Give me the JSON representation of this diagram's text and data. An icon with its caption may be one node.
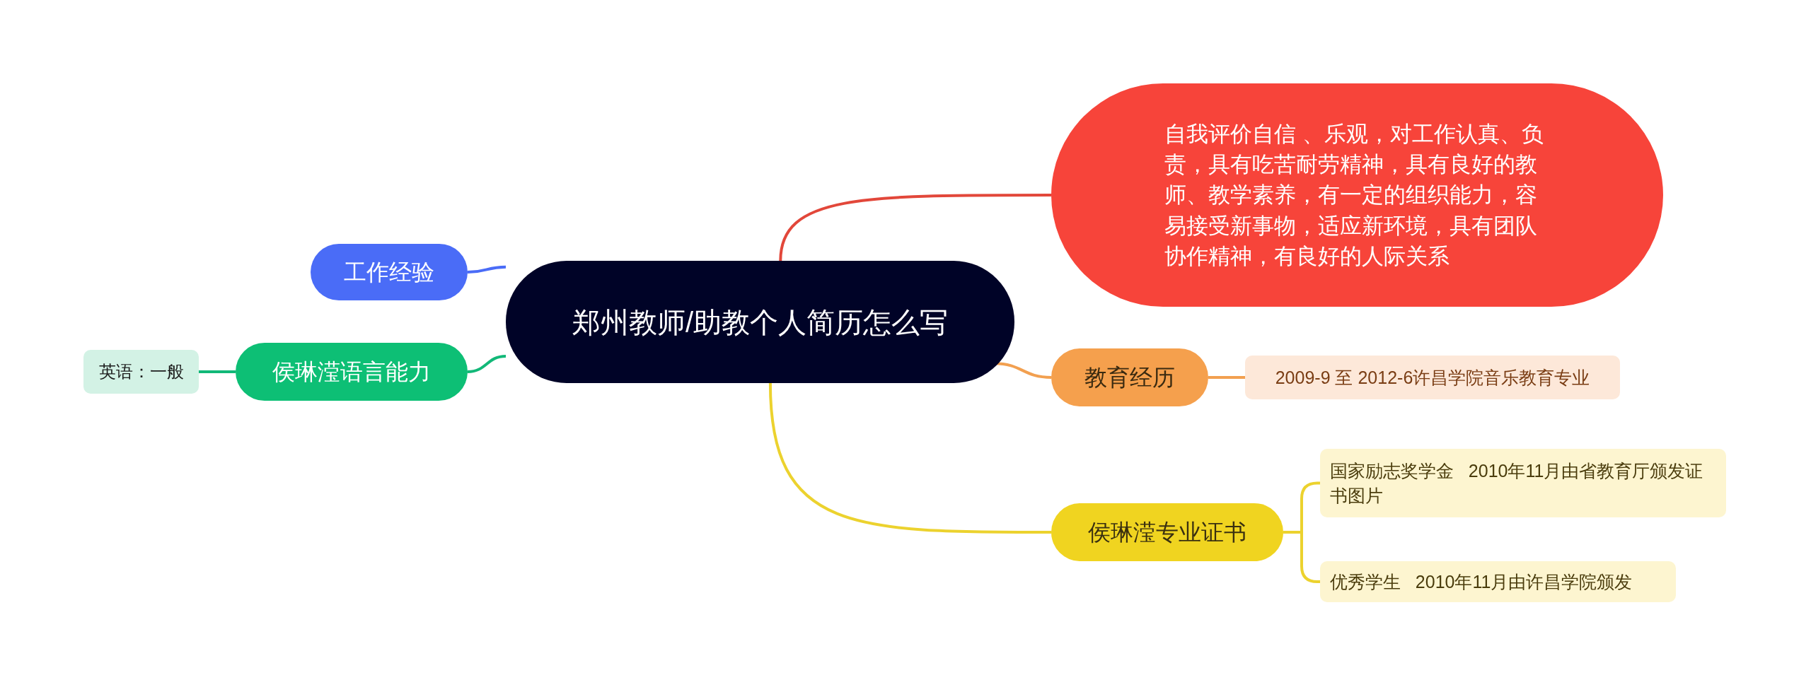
{
  "diagram": {
    "nodes": [
      {
        "text": [
          "郑州教师/助教个人简历怎么写"
        ]
      },
      {
        "text": [
          "自我评价自信 、乐观，对工作认真、负责，具有吃苦耐劳精神，具有良好的教师、教学素养，有一定的组织能力，容易接受新事物，适应新环境，具有团队协作精神，有良好的人际关系"
        ]
      },
      {
        "text": [
          "工作经验"
        ]
      },
      {
        "text": [
          "侯琳滢语言能力"
        ]
      },
      {
        "text": [
          "英语：一般"
        ]
      },
      {
        "text": [
          "教育经历"
        ]
      },
      {
        "text": [
          "2009-9 至 2012-6许昌学院音乐教育专业"
        ]
      },
      {
        "text": [
          "侯琳滢专业证书"
        ]
      },
      {
        "text": [
          "国家励志奖学金   2010年11月由省教育厅颁发证书图片"
        ]
      },
      {
        "text": [
          "优秀学生   2010年11月由许昌学院颁发"
        ]
      }
    ],
    "edges": [
      {
        "from": 0,
        "to": 1,
        "arrow": "none",
        "color": "#e2473a"
      },
      {
        "from": 0,
        "to": 2,
        "arrow": "none",
        "color": "#4a6cf7"
      },
      {
        "from": 0,
        "to": 3,
        "arrow": "none",
        "color": "#12b878"
      },
      {
        "from": 3,
        "to": 4,
        "arrow": "none",
        "color": "#12b878"
      },
      {
        "from": 0,
        "to": 5,
        "arrow": "none",
        "color": "#f2a050"
      },
      {
        "from": 5,
        "to": 6,
        "arrow": "none",
        "color": "#f2a050"
      },
      {
        "from": 0,
        "to": 7,
        "arrow": "none",
        "color": "#ecd22e"
      },
      {
        "from": 7,
        "to": 8,
        "arrow": "none",
        "color": "#ecd22e"
      },
      {
        "from": 7,
        "to": 9,
        "arrow": "none",
        "color": "#ecd22e"
      }
    ]
  }
}
